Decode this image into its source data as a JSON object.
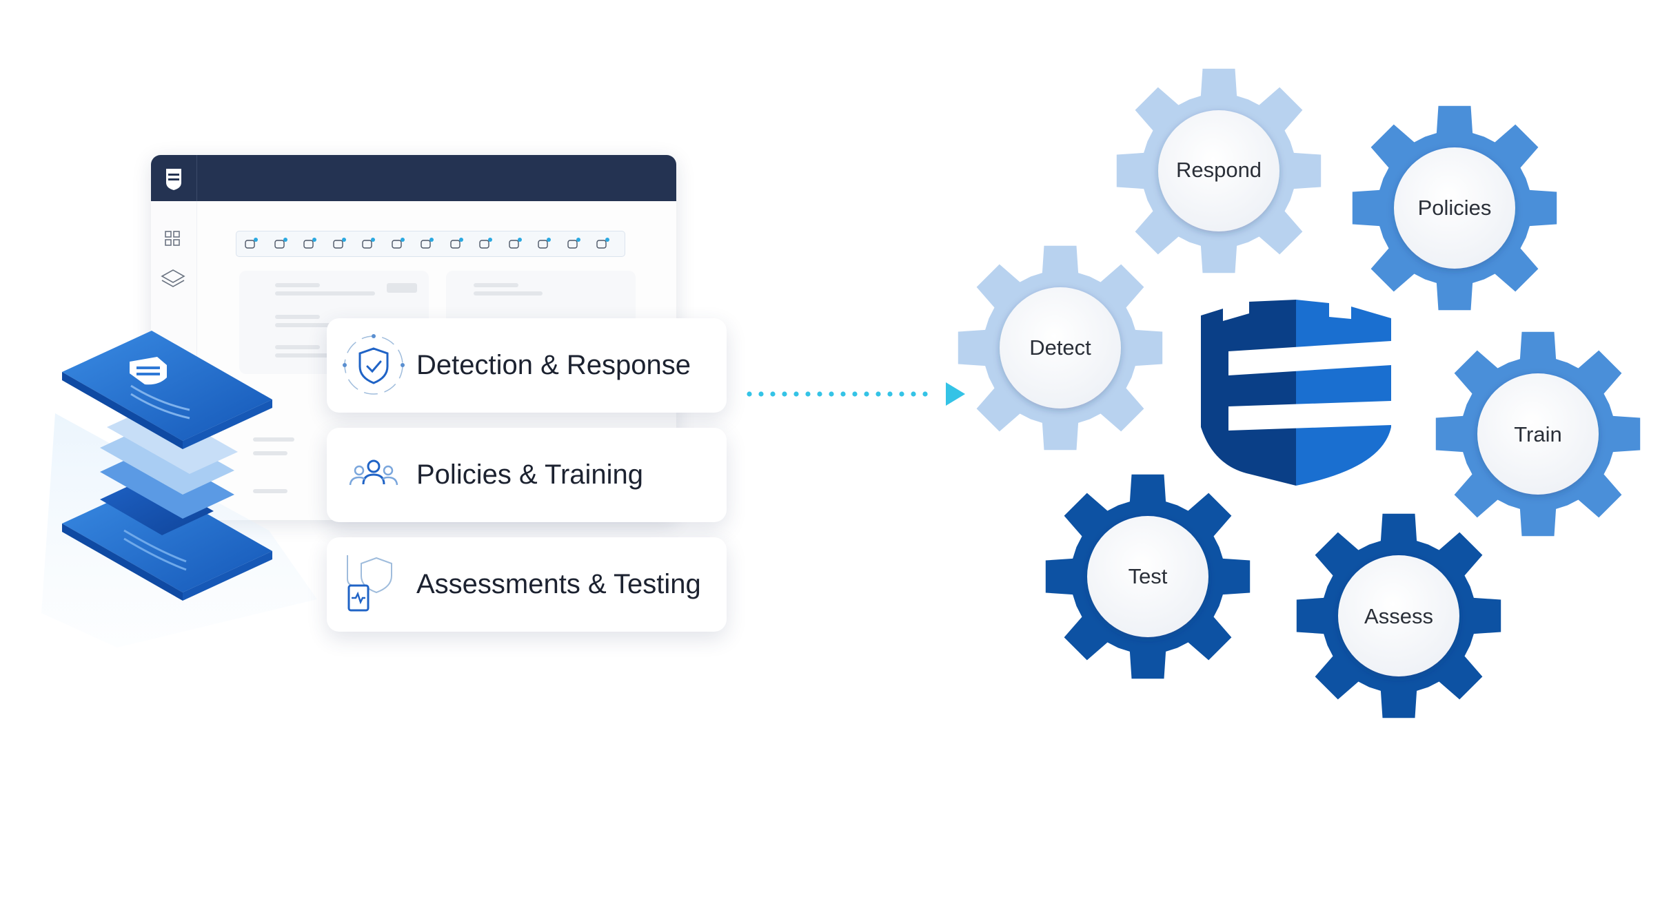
{
  "features": [
    {
      "label": "Detection & Response",
      "icon": "shield-check-icon"
    },
    {
      "label": "Policies & Training",
      "icon": "people-icon"
    },
    {
      "label": "Assessments & Testing",
      "icon": "assessment-icon"
    }
  ],
  "gears": [
    {
      "label": "Respond",
      "color": "#b8d2ef"
    },
    {
      "label": "Policies",
      "color": "#4a8fd9"
    },
    {
      "label": "Detect",
      "color": "#b8d2ef"
    },
    {
      "label": "Train",
      "color": "#4a8fd9"
    },
    {
      "label": "Test",
      "color": "#0d52a3"
    },
    {
      "label": "Assess",
      "color": "#0d52a3"
    }
  ],
  "colors": {
    "app_header": "#243352",
    "arrow": "#34c3e6",
    "logo_dark": "#0a3f87",
    "logo_light": "#1a6fd0",
    "stack_blue": "#1f6fd1"
  }
}
